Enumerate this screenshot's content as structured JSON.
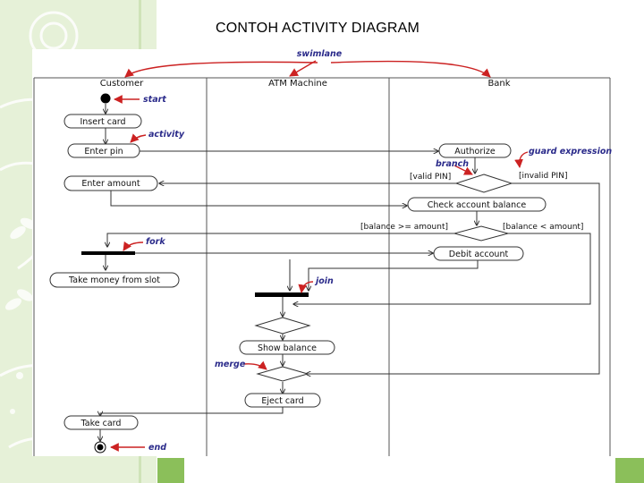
{
  "slide": {
    "title": "CONTOH ACTIVITY DIAGRAM",
    "accent_color": "#8bbf5a",
    "background_color": "#eef6e4"
  },
  "lanes": {
    "customer": "Customer",
    "atm": "ATM Machine",
    "bank": "Bank"
  },
  "activities": {
    "insert_card": "Insert card",
    "enter_pin": "Enter pin",
    "authorize": "Authorize",
    "enter_amount": "Enter amount",
    "check_balance": "Check account balance",
    "debit_account": "Debit account",
    "take_money": "Take money from slot",
    "show_balance": "Show balance",
    "eject_card": "Eject card",
    "take_card": "Take card"
  },
  "guards": {
    "valid_pin": "[valid PIN]",
    "invalid_pin": "[invalid PIN]",
    "balance_ge": "[balance >= amount]",
    "balance_lt": "[balance < amount]"
  },
  "annotations": {
    "swimlane": "swimlane",
    "start": "start",
    "activity": "activity",
    "branch": "branch",
    "guard_expression": "guard expression",
    "fork": "fork",
    "join": "join",
    "merge": "merge",
    "end": "end"
  },
  "colors": {
    "annotation_arrow": "#cc2222",
    "annotation_text": "#2a2a8a",
    "diagram_line": "#333333"
  }
}
